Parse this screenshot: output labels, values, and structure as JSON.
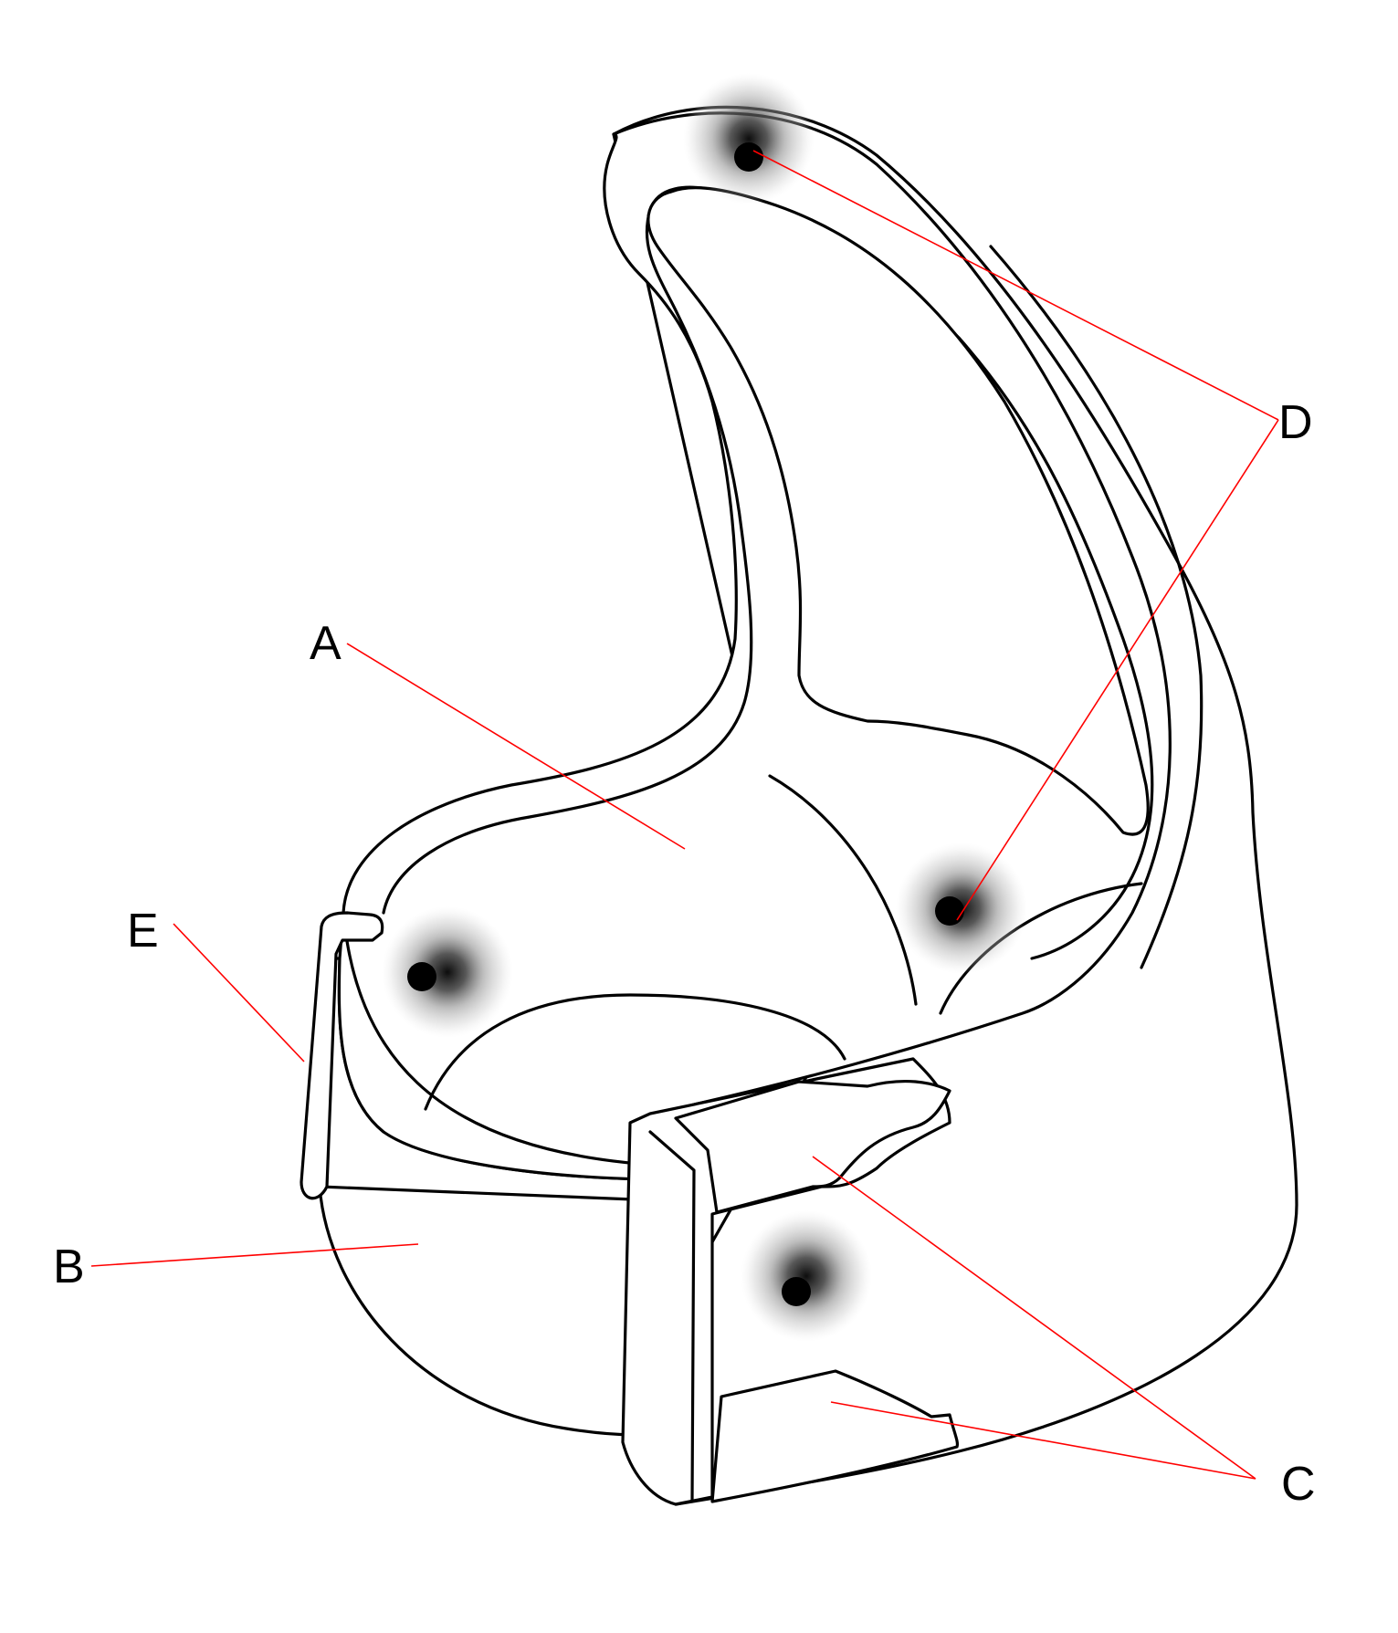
{
  "diagram": {
    "labels": {
      "a": "A",
      "b": "B",
      "c": "C",
      "d": "D",
      "e": "E"
    },
    "colors": {
      "outline": "#000000",
      "leader_line": "#ff0000",
      "background": "#ffffff",
      "marker": "#000000"
    },
    "marker_count": 4
  }
}
